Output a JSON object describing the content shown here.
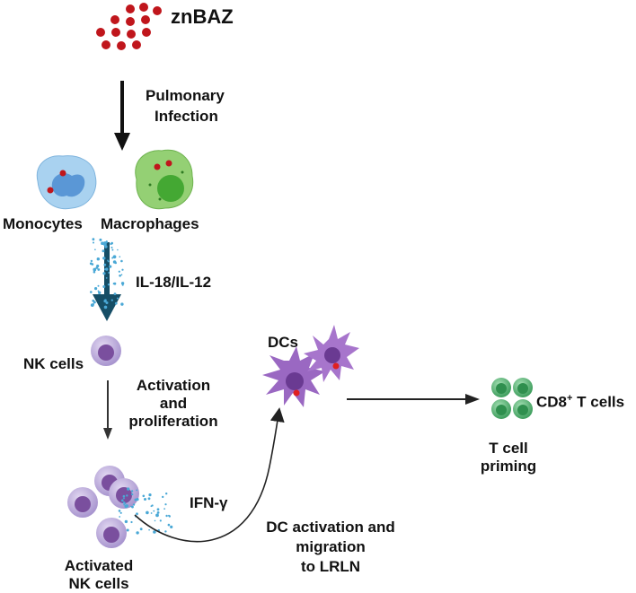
{
  "agent": {
    "name": "znBAZ"
  },
  "steps": {
    "infection": [
      "Pulmonary",
      "Infection"
    ],
    "cytokine": "IL-18/IL-12",
    "activation": [
      "Activation",
      "and",
      "proliferation"
    ],
    "ifn": "IFN-γ",
    "dc_migration": [
      "DC activation and",
      "migration",
      "to LRLN"
    ],
    "priming": [
      "T cell",
      "priming"
    ]
  },
  "cells": {
    "monocytes": "Monocytes",
    "macrophages": "Macrophages",
    "nk": "NK cells",
    "activated_nk": [
      "Activated",
      "NK cells"
    ],
    "dcs": "DCs",
    "cd8": {
      "base": "CD8",
      "sup": "+",
      "rest": " T cells"
    }
  },
  "colors": {
    "bacteria": "#c0161c",
    "monocyte": "#9cc9ec",
    "monocyte_nucleus": "#5a97d6",
    "macrophage": "#92cf72",
    "macrophage_nucleus": "#43a832",
    "nk_cell": "#c8b9e4",
    "nk_nucleus": "#7a4f9e",
    "dc": "#9a68c2",
    "dc_nucleus": "#6a3a92",
    "t_cell": "#5dba79",
    "t_nucleus": "#2f8f4e",
    "cytokine_dots": "#4aa8d6",
    "teal_arrow": "#164e66",
    "arrow": "#222222"
  }
}
